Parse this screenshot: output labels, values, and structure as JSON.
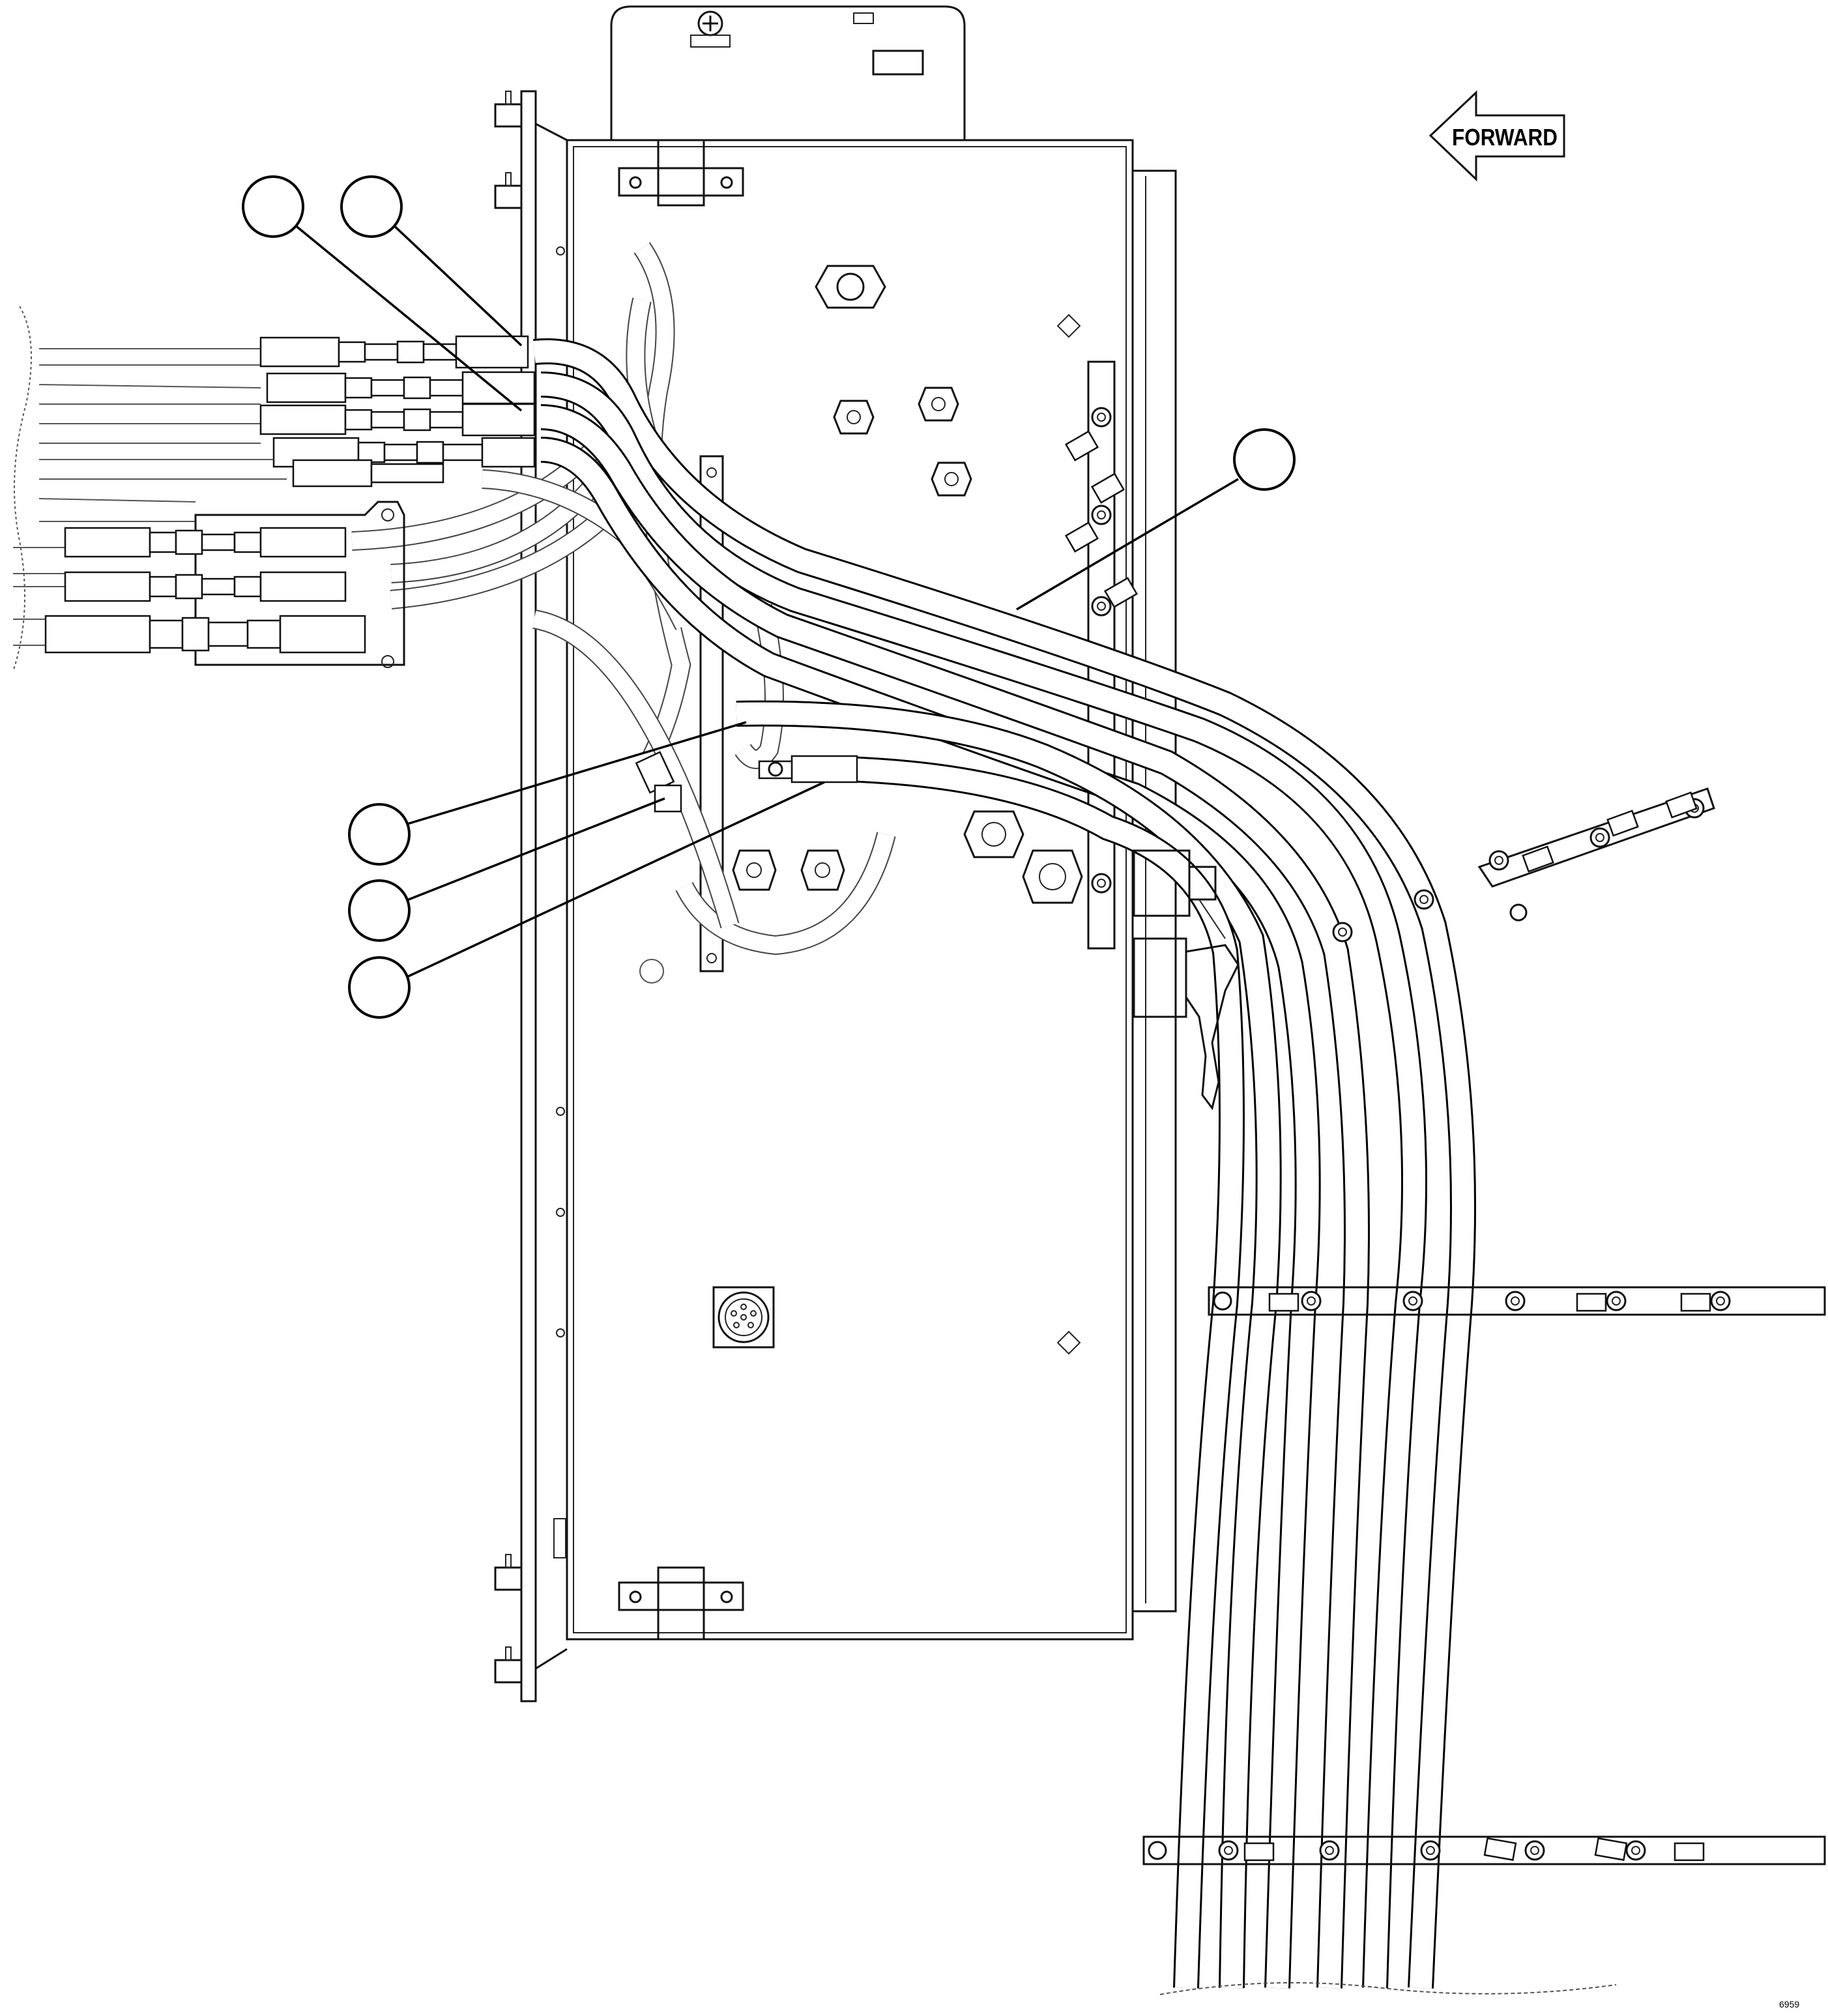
{
  "orientation": {
    "label": "FORWARD",
    "icon": "left-arrow-icon"
  },
  "callouts": [
    {
      "id": "callout-1",
      "label": ""
    },
    {
      "id": "callout-2",
      "label": ""
    },
    {
      "id": "callout-3",
      "label": ""
    },
    {
      "id": "callout-4",
      "label": ""
    },
    {
      "id": "callout-5",
      "label": ""
    },
    {
      "id": "callout-6",
      "label": ""
    }
  ],
  "drawing_id": "6959",
  "colors": {
    "line": "#000000",
    "background": "#ffffff"
  }
}
